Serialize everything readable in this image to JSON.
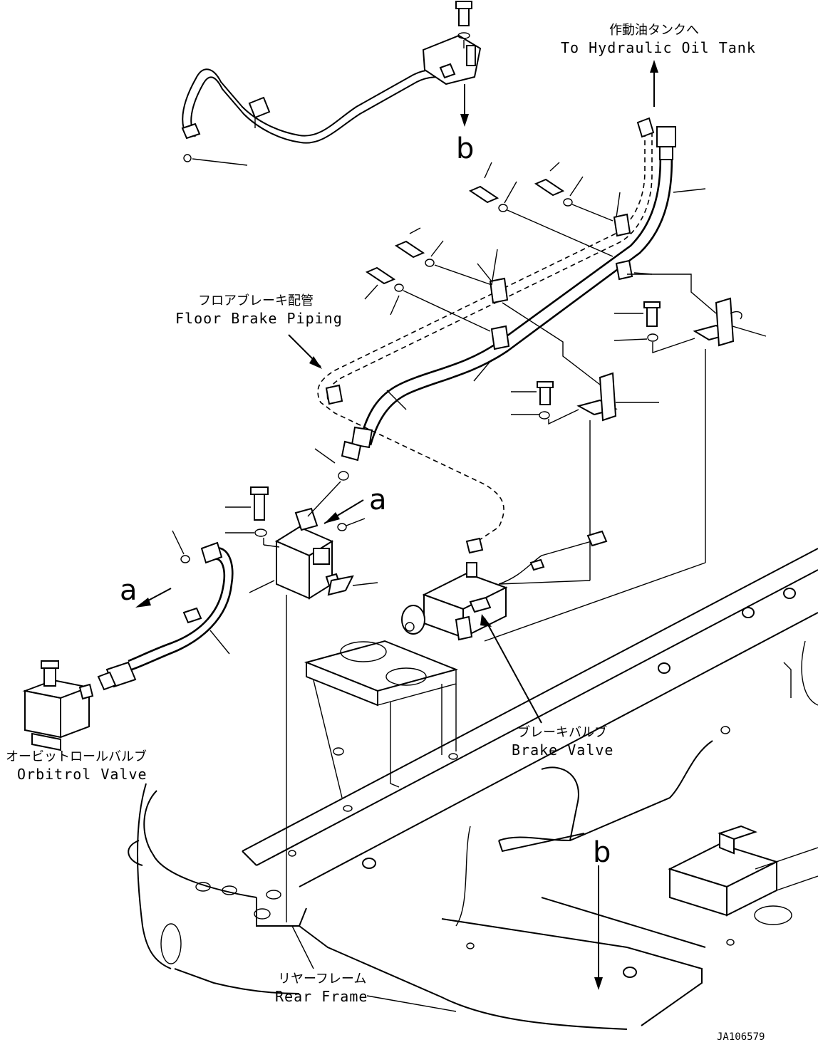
{
  "labels": {
    "hydraulic_tank_jp": "作動油タンクへ",
    "hydraulic_tank_en": "To Hydraulic Oil Tank",
    "floor_brake_jp": "フロアブレーキ配管",
    "floor_brake_en": "Floor Brake Piping",
    "orbitrol_jp": "オービットロールバルブ",
    "orbitrol_en": "Orbitrol Valve",
    "brake_valve_jp": "ブレーキバルブ",
    "brake_valve_en": "Brake Valve",
    "rear_frame_jp": "リヤーフレーム",
    "rear_frame_en": "Rear Frame",
    "ref_a": "a",
    "ref_b": "b",
    "drawing_code": "JA106579"
  }
}
